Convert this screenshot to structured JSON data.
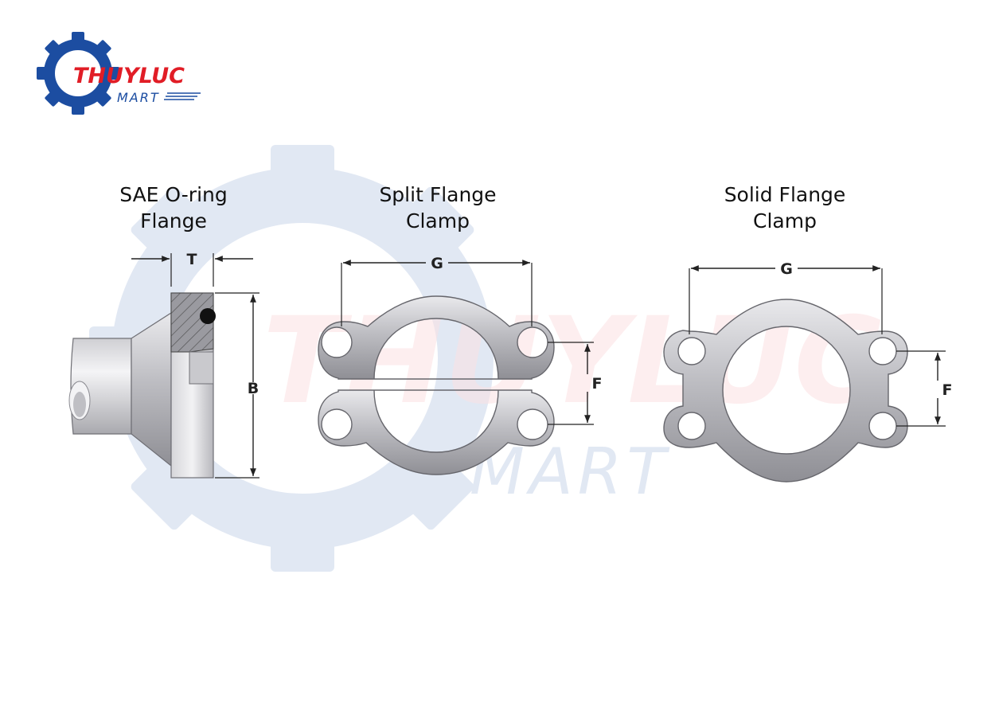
{
  "logo": {
    "brand_top": "THUYLUC",
    "brand_bottom": "MART",
    "colors": {
      "blue": "#1c4da1",
      "red": "#e11d26"
    }
  },
  "watermark": {
    "line1": "THUYLUC",
    "line2": "MART"
  },
  "figures": [
    {
      "id": "sae-flange",
      "title_line1": "SAE O-ring",
      "title_line2": "Flange",
      "dimensions": {
        "thickness": "T",
        "height": "B"
      }
    },
    {
      "id": "split-clamp",
      "title_line1": "Split Flange",
      "title_line2": "Clamp",
      "dimensions": {
        "width": "G",
        "bolt_spacing": "F"
      }
    },
    {
      "id": "solid-clamp",
      "title_line1": "Solid Flange",
      "title_line2": "Clamp",
      "dimensions": {
        "width": "G",
        "bolt_spacing": "F"
      }
    }
  ]
}
